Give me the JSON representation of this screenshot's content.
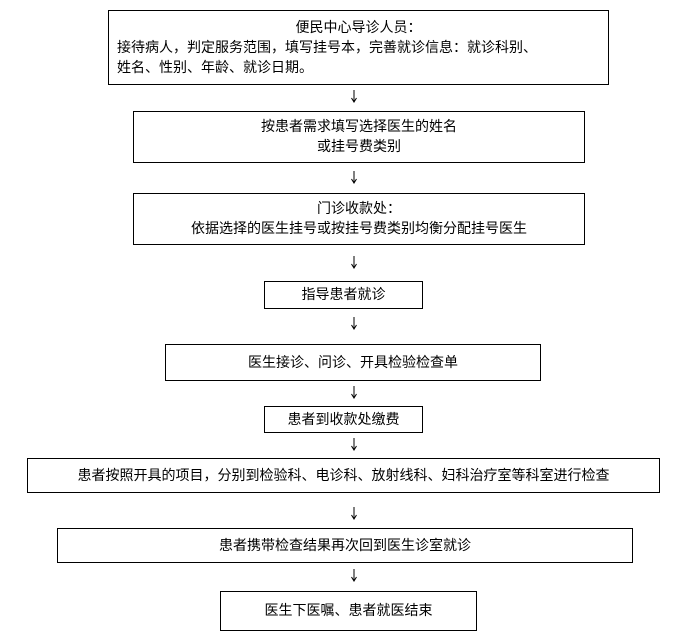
{
  "steps": [
    {
      "lines": [
        "便民中心导诊人员：",
        "接待病人，判定服务范围，填写挂号本，完善就诊信息：就诊科别、",
        "姓名、性别、年龄、就诊日期。"
      ]
    },
    {
      "lines": [
        "按患者需求填写选择医生的姓名",
        "或挂号费类别"
      ]
    },
    {
      "lines": [
        "门诊收款处：",
        "依据选择的医生挂号或按挂号费类别均衡分配挂号医生"
      ]
    },
    {
      "lines": [
        "指导患者就诊"
      ]
    },
    {
      "lines": [
        "医生接诊、问诊、开具检验检查单"
      ]
    },
    {
      "lines": [
        "患者到收款处缴费"
      ]
    },
    {
      "lines": [
        "患者按照开具的项目，分别到检验科、电诊科、放射线科、妇科治疗室等科室进行检查"
      ]
    },
    {
      "lines": [
        "患者携带检查结果再次回到医生诊室就诊"
      ]
    },
    {
      "lines": [
        "医生下医嘱、患者就医结束"
      ]
    }
  ],
  "colors": {
    "border": "#000000",
    "text": "#000000",
    "background": "#ffffff"
  }
}
